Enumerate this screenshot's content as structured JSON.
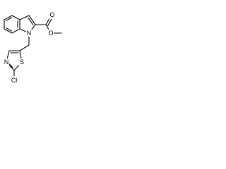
{
  "molecule": {
    "atoms": {
      "ring_n": "N",
      "carbonyl_o": "O",
      "ester_o": "O",
      "thiazole_n": "N",
      "thiazole_s": "S",
      "chlorine": "Cl"
    }
  }
}
